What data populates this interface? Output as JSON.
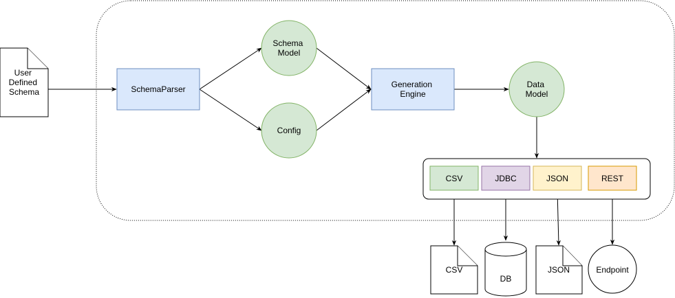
{
  "diagram": {
    "doc_input": {
      "lines": [
        "User",
        "Defined",
        "Schema"
      ]
    },
    "schema_parser": {
      "label": "SchemaParser"
    },
    "schema_model": {
      "lines": [
        "Schema",
        "Model"
      ]
    },
    "config": {
      "label": "Config"
    },
    "generation_engine": {
      "lines": [
        "Generation",
        "Engine"
      ]
    },
    "data_model": {
      "lines": [
        "Data",
        "Model"
      ]
    },
    "outputs": {
      "csv": {
        "label": "CSV"
      },
      "jdbc": {
        "label": "JDBC"
      },
      "json": {
        "label": "JSON"
      },
      "rest": {
        "label": "REST"
      }
    },
    "targets": {
      "csv_file": {
        "label": "CSV"
      },
      "db": {
        "label": "DB"
      },
      "json_file": {
        "label": "JSON"
      },
      "endpoint": {
        "label": "Endpoint"
      }
    }
  },
  "colors": {
    "blue_fill": "#dae8fc",
    "blue_stroke": "#6c8ebf",
    "green_fill": "#d5e8d4",
    "green_stroke": "#82b366",
    "purple_fill": "#e1d5e7",
    "purple_stroke": "#9673a6",
    "yellow_fill": "#fff2cc",
    "yellow_stroke": "#d6b656",
    "orange_fill": "#ffe6cc",
    "orange_stroke": "#d79b00"
  }
}
